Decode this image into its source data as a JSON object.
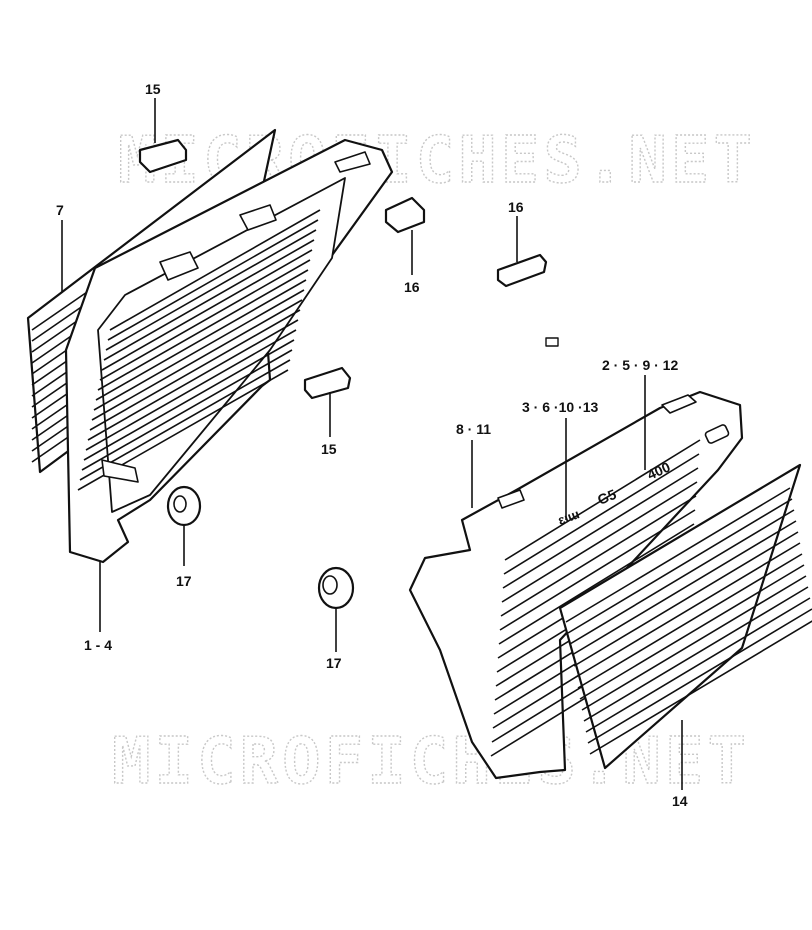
{
  "watermark": "MICROFICHES.NET",
  "callouts": {
    "c15_top": "15",
    "c7": "7",
    "c16_left": "16",
    "c16_right": "16",
    "c15_mid": "15",
    "c17_left": "17",
    "c17_mid": "17",
    "c1_4": "1 - 4",
    "c2_5_9_12": "2 · 5 · 9 · 12",
    "c3_6_10_13": "3 · 6 ·10 ·13",
    "c8_11": "8 · 11",
    "c14": "14"
  }
}
